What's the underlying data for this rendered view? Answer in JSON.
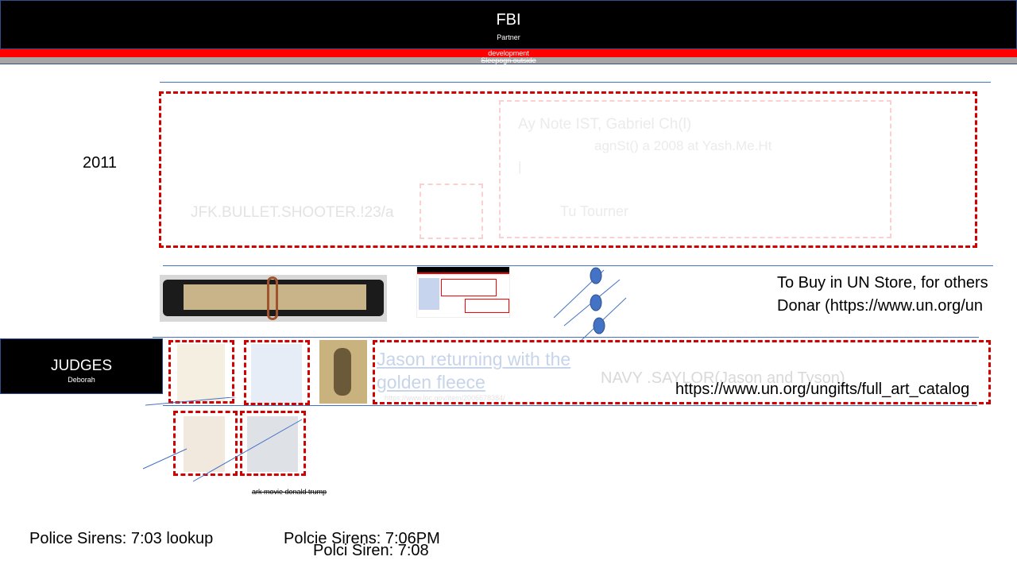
{
  "header": {
    "title": "FBI",
    "subtitle": "Partner",
    "red_bar_text": "development",
    "gray_bar_text": "Sleepogn outside"
  },
  "main": {
    "year": "2011",
    "jfk_label": "JFK.BULLET.SHOOTER.!23/a",
    "ghost_lines": [
      "Ay Note IST, Gabriel Ch(l)",
      "agnSt() a 2008 at Yash.Me.Ht",
      "|",
      "Tu Tourner"
    ],
    "un_store_line1": "To Buy in UN Store, for others",
    "un_store_line2": "Donar (https://www.un.org/un"
  },
  "judges": {
    "title": "JUDGES",
    "subtitle": "Deborah"
  },
  "jason": {
    "link_text": "Jason returning with the golden fleece",
    "url_text": "https://www.loc.gov/item/2006678384/"
  },
  "navy_label": "NAVY .SAYLOR(Jason and Tyson)",
  "un_url": "https://www.un.org/ungifts/full_art_catalog",
  "ark_caption": "ark movie donald trump",
  "police": {
    "line1": "Police Sirens: 7:03 lookup",
    "line2": "Polcie Sirens: 7:06PM",
    "line3": "Polci Siren: 7:08"
  },
  "colors": {
    "accent_red": "#ff0000",
    "dash_red": "#d00000",
    "line_blue": "#4472c4",
    "dot_blue": "#4472c4"
  }
}
